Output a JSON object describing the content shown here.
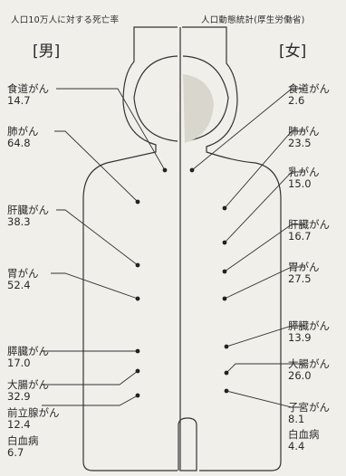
{
  "header": {
    "left": "人口10万人に対する死亡率",
    "right": "人口動態統計(厚生労働省)"
  },
  "sex_labels": {
    "male": "[男]",
    "female": "[女]"
  },
  "male": [
    {
      "name": "食道がん",
      "value": "14.7"
    },
    {
      "name": "肺がん",
      "value": "64.8"
    },
    {
      "name": "肝臓がん",
      "value": "38.3"
    },
    {
      "name": "胃がん",
      "value": "52.4"
    },
    {
      "name": "膵臓がん",
      "value": "17.0"
    },
    {
      "name": "大腸がん",
      "value": "32.9"
    },
    {
      "name": "前立腺がん",
      "value": "12.4"
    },
    {
      "name": "白血病",
      "value": "6.7"
    }
  ],
  "female": [
    {
      "name": "食道がん",
      "value": "2.6"
    },
    {
      "name": "肺がん",
      "value": "23.5"
    },
    {
      "name": "乳がん",
      "value": "15.0"
    },
    {
      "name": "肝臓がん",
      "value": "16.7"
    },
    {
      "name": "胃がん",
      "value": "27.5"
    },
    {
      "name": "膵臓がん",
      "value": "13.9"
    },
    {
      "name": "大腸がん",
      "value": "26.0"
    },
    {
      "name": "子宮がん",
      "value": "8.1"
    },
    {
      "name": "白血病",
      "value": "4.4"
    }
  ]
}
